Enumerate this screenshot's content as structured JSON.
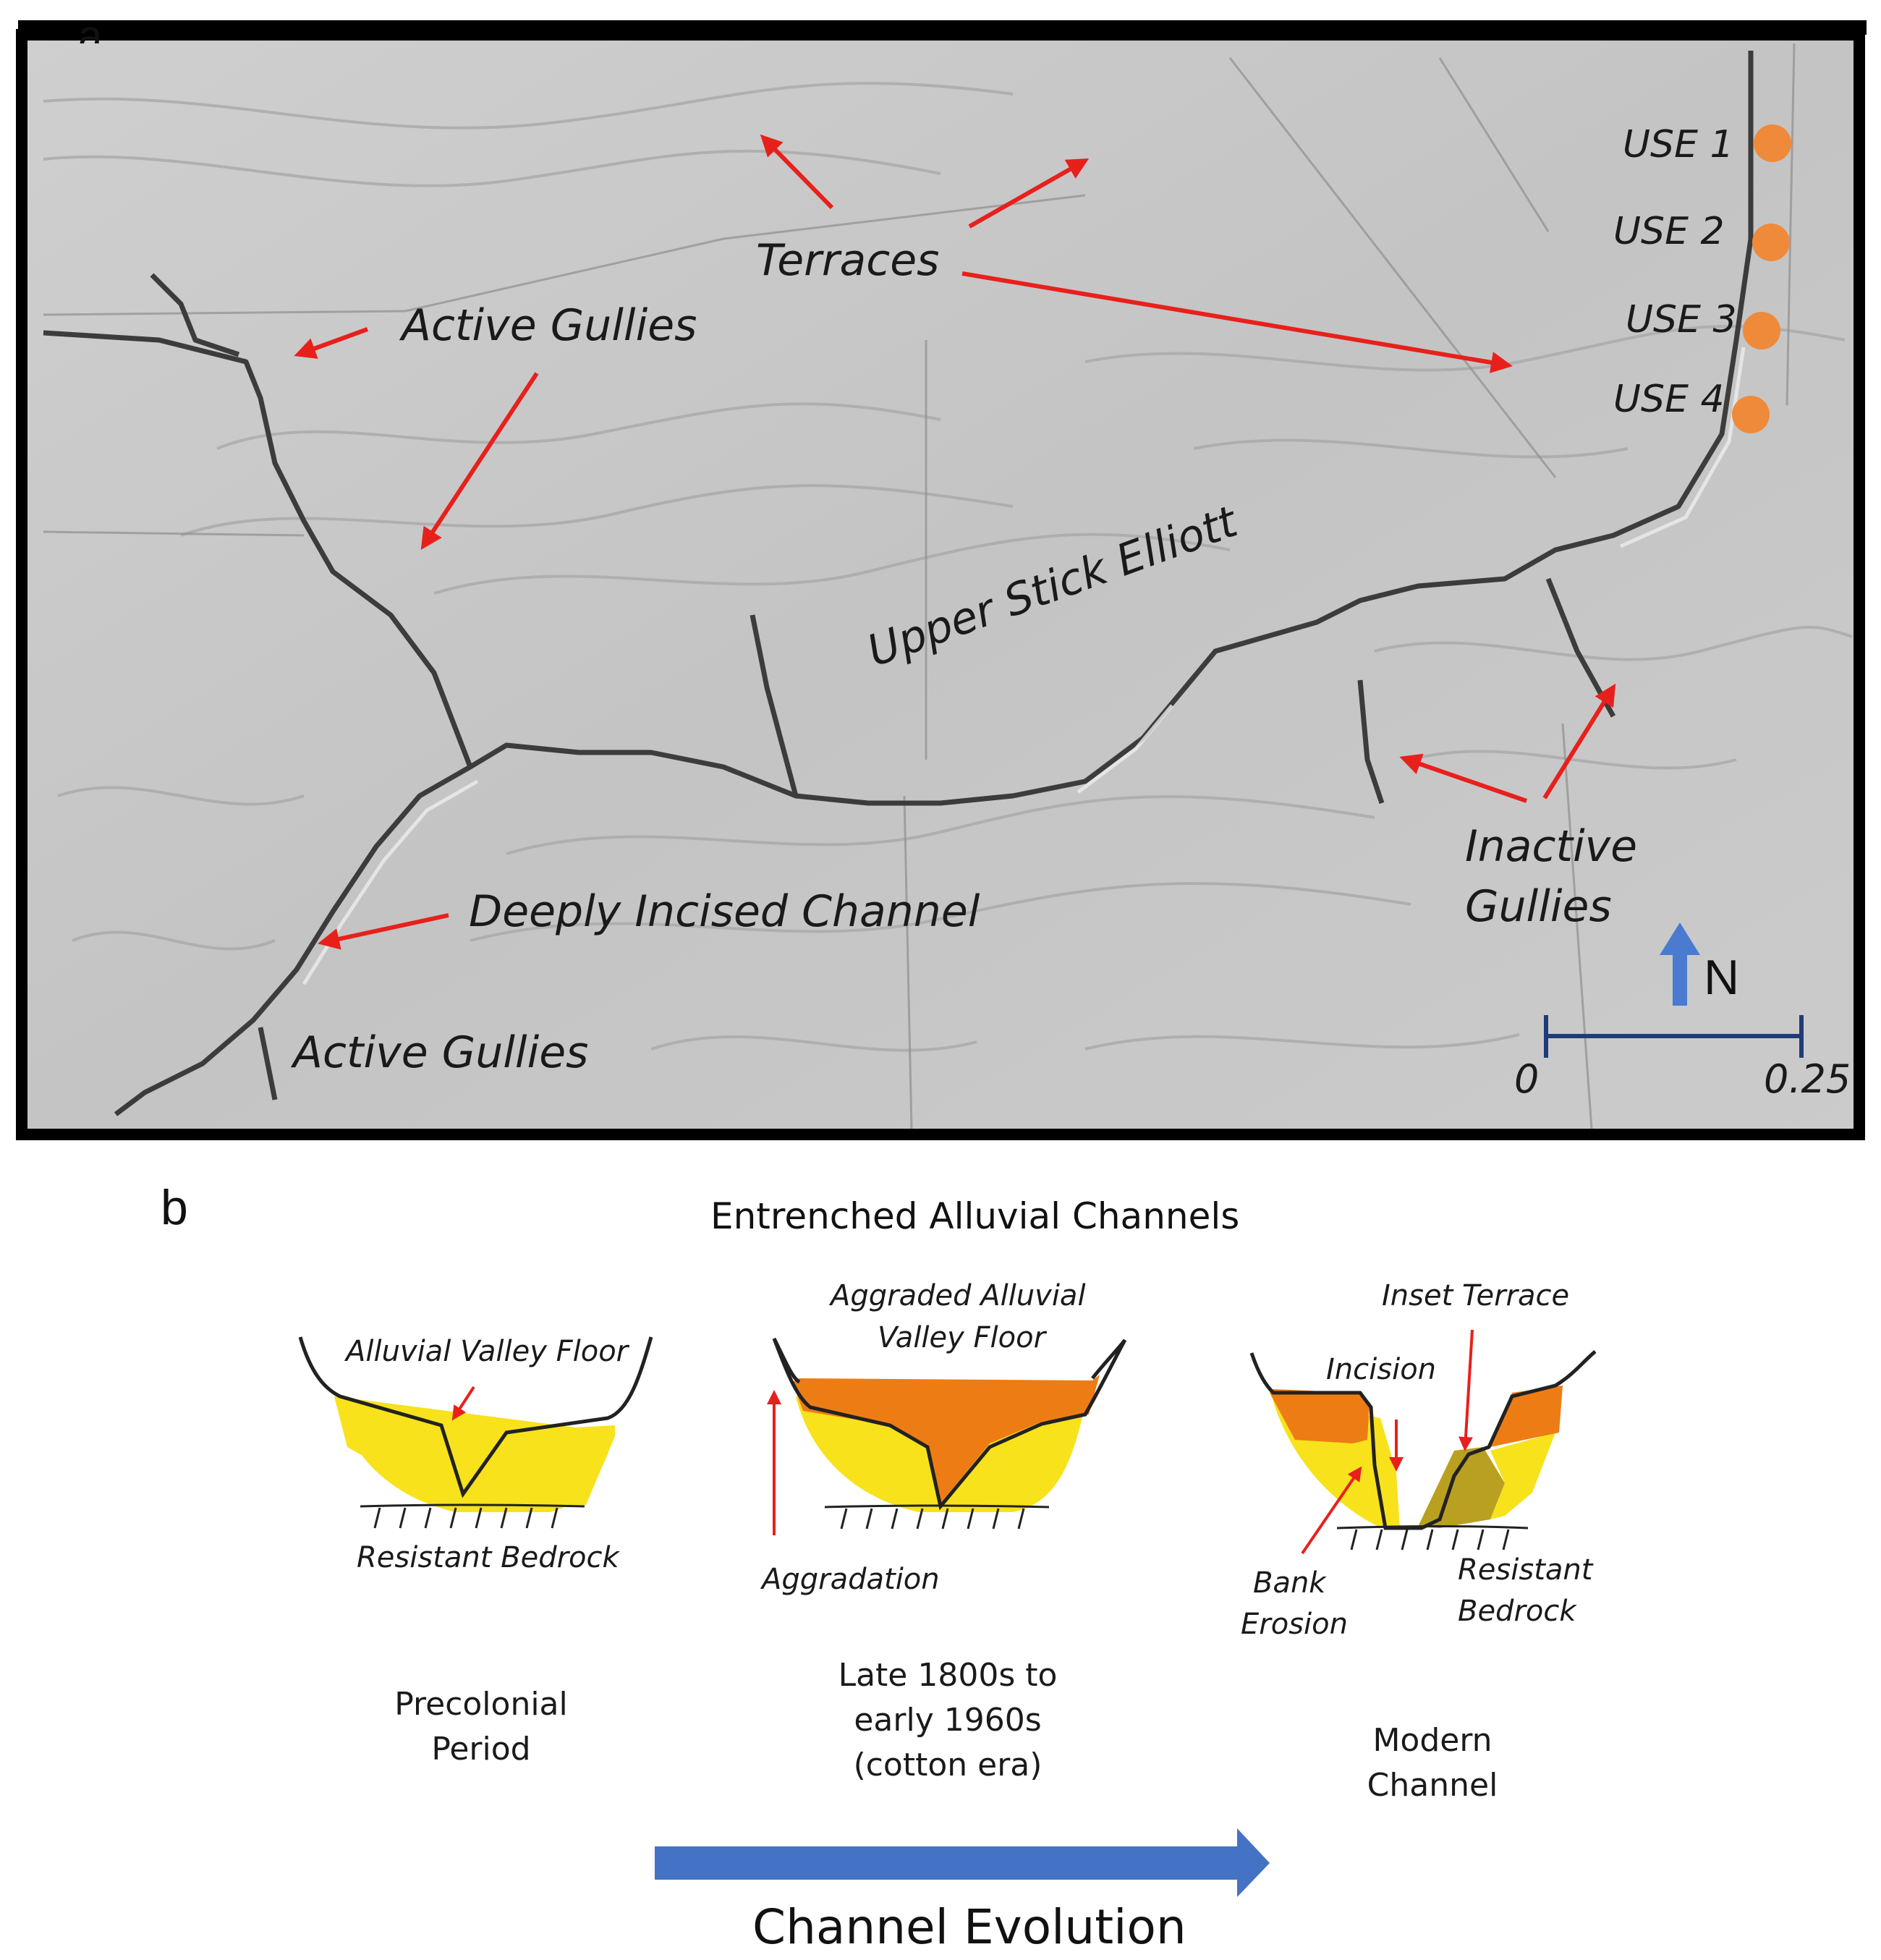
{
  "panel_a": {
    "letter": "a",
    "labels": {
      "terraces": "Terraces",
      "active_gullies_top": "Active Gullies",
      "active_gullies_bottom": "Active Gullies",
      "deeply_incised": "Deeply Incised Channel",
      "upper_stick": "Upper Stick Elliott",
      "inactive_line1": "Inactive",
      "inactive_line2": "Gullies"
    },
    "sites": [
      "USE 1",
      "USE 2",
      "USE 3",
      "USE 4"
    ],
    "north": "N",
    "scale": {
      "start": "0",
      "end": "0.25"
    },
    "colors": {
      "arrow": "#e8201c",
      "site_dot": "#ef8a3a",
      "north_arrow": "#4a7bd1",
      "scale_bar": "#1f3b7a"
    }
  },
  "panel_b": {
    "letter": "b",
    "title": "Entrenched Alluvial Channels",
    "stages": {
      "precolonial": {
        "labels": {
          "floor": "Alluvial Valley Floor",
          "bedrock": "Resistant Bedrock"
        },
        "period_line1": "Precolonial",
        "period_line2": "Period"
      },
      "cotton": {
        "labels": {
          "floor_line1": "Aggraded Alluvial",
          "floor_line2": "Valley Floor",
          "aggradation": "Aggradation"
        },
        "period_line1": "Late 1800s to",
        "period_line2": "early 1960s",
        "period_line3": "(cotton era)"
      },
      "modern": {
        "labels": {
          "inset": "Inset Terrace",
          "incision": "Incision",
          "bank1": "Bank",
          "bank2": "Erosion",
          "bedrock1": "Resistant",
          "bedrock2": "Bedrock"
        },
        "period_line1": "Modern",
        "period_line2": "Channel"
      }
    },
    "evolution_label": "Channel Evolution",
    "colors": {
      "yellow": "#f7e21c",
      "light_yellow": "#f9ec6a",
      "orange": "#ee7c14",
      "olive": "#b9a020",
      "evolution_arrow": "#4472c4"
    }
  }
}
